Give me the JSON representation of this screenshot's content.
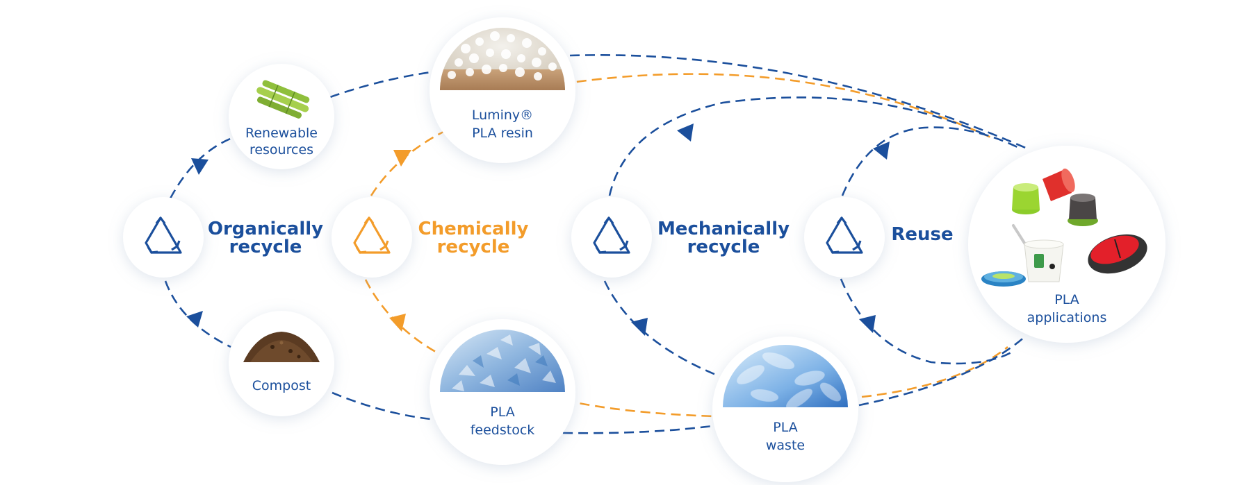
{
  "colors": {
    "blue": "#1b4f9c",
    "orange": "#f39c2a",
    "label_blue": "#1b4f9c"
  },
  "nodes": {
    "renewable_resources": {
      "line1": "Renewable",
      "line2": "resources",
      "icon": "sugarcane-image"
    },
    "luminy_resin": {
      "line1": "Luminy®",
      "line2": "PLA resin",
      "icon": "pla-pellets-image"
    },
    "compost": {
      "line1": "Compost",
      "icon": "compost-soil-image"
    },
    "pla_feedstock": {
      "line1": "PLA",
      "line2": "feedstock",
      "icon": "crushed-plastic-image"
    },
    "pla_waste": {
      "line1": "PLA",
      "line2": "waste",
      "icon": "plastic-bottles-image"
    },
    "pla_applications": {
      "line1": "PLA",
      "line2": "applications",
      "icon": "pla-products-image"
    }
  },
  "cycles": {
    "organic": {
      "line1": "Organically",
      "line2": "recycle",
      "color": "#1b4f9c",
      "icon": "recycle-icon"
    },
    "chemical": {
      "line1": "Chemically",
      "line2": "recycle",
      "color": "#f39c2a",
      "icon": "recycle-icon"
    },
    "mechanical": {
      "line1": "Mechanically",
      "line2": "recycle",
      "color": "#1b4f9c",
      "icon": "recycle-icon"
    },
    "reuse": {
      "line1": "Reuse",
      "color": "#1b4f9c",
      "icon": "recycle-icon"
    }
  }
}
